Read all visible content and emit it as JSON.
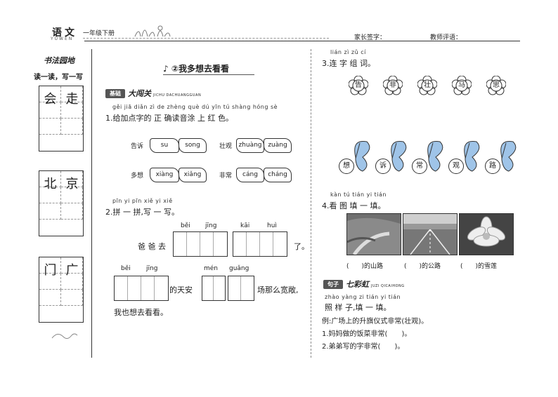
{
  "header": {
    "subject": "语文",
    "subject_pinyin": "YUWEN",
    "grade": "一年级下册",
    "parent_sign": "家长签字：",
    "teacher_comment": "教师评语："
  },
  "sidebar": {
    "title": "书法园地",
    "subtitle": "读一读，写一写",
    "chars": [
      [
        "会",
        "走"
      ],
      [
        "北",
        "京"
      ],
      [
        "门",
        "广"
      ]
    ]
  },
  "lesson": {
    "title": "②我多想去看看"
  },
  "section1": {
    "tag": "基础",
    "name": "大闯关",
    "en": "JICHU DACHUANGGUAN"
  },
  "q1": {
    "pinyin": "gěi jiā diǎn zì de zhèng què dú yīn tú shàng hóng sè",
    "text": "1.给加点字的 正 确读音涂 上 红 色。",
    "rows": [
      {
        "word": "告诉",
        "opts": [
          "su",
          "song"
        ]
      },
      {
        "word": "壮观",
        "opts": [
          "zhuàng",
          "zuàng"
        ]
      },
      {
        "word": "多想",
        "opts": [
          "xiàng",
          "xiǎng"
        ]
      },
      {
        "word": "非常",
        "opts": [
          "cáng",
          "cháng"
        ]
      }
    ]
  },
  "q2": {
    "pinyin": "pīn yi pīn xiě yi xiě",
    "text": "2.拼 一 拼,写 一 写。",
    "line1_prefix": "爸 爸 去",
    "line1_suffix": "了。",
    "p1": [
      "běi",
      "jīng"
    ],
    "p2": [
      "kāi",
      "huì"
    ],
    "p3": [
      "běi",
      "jīng"
    ],
    "p4": [
      "mén",
      "guǎng"
    ],
    "line2_mid": "的天安",
    "line2_end": "场那么宽敞,",
    "line3": "我也想去看看。"
  },
  "q3": {
    "pinyin": "lián zì zǔ cí",
    "text": "3.连 字 组 词。",
    "top": [
      "告",
      "非",
      "壮",
      "马",
      "思"
    ],
    "bottom": [
      "想",
      "诉",
      "常",
      "观",
      "路"
    ]
  },
  "q4": {
    "pinyin": "kàn tú tián yi tián",
    "text": "4.看 图 填 一 填。",
    "labels": [
      "(　　)的山路",
      "(　　)的公路",
      "(　　)的雪莲"
    ]
  },
  "section2": {
    "tag": "句子",
    "name": "七彩虹",
    "en": "JUZI QICAIHONG"
  },
  "q5": {
    "pinyin": "zhào yàng zi tián yi tián",
    "text": "照 样 子,填 一 填。",
    "example": "例:广场上的升旗仪式非常(壮观)。",
    "items": [
      "1.妈妈做的饭菜非常(　　)。",
      "2.弟弟写的字非常(　　)。"
    ]
  },
  "colors": {
    "butterfly": "#9fc4e8",
    "ink": "#222"
  }
}
